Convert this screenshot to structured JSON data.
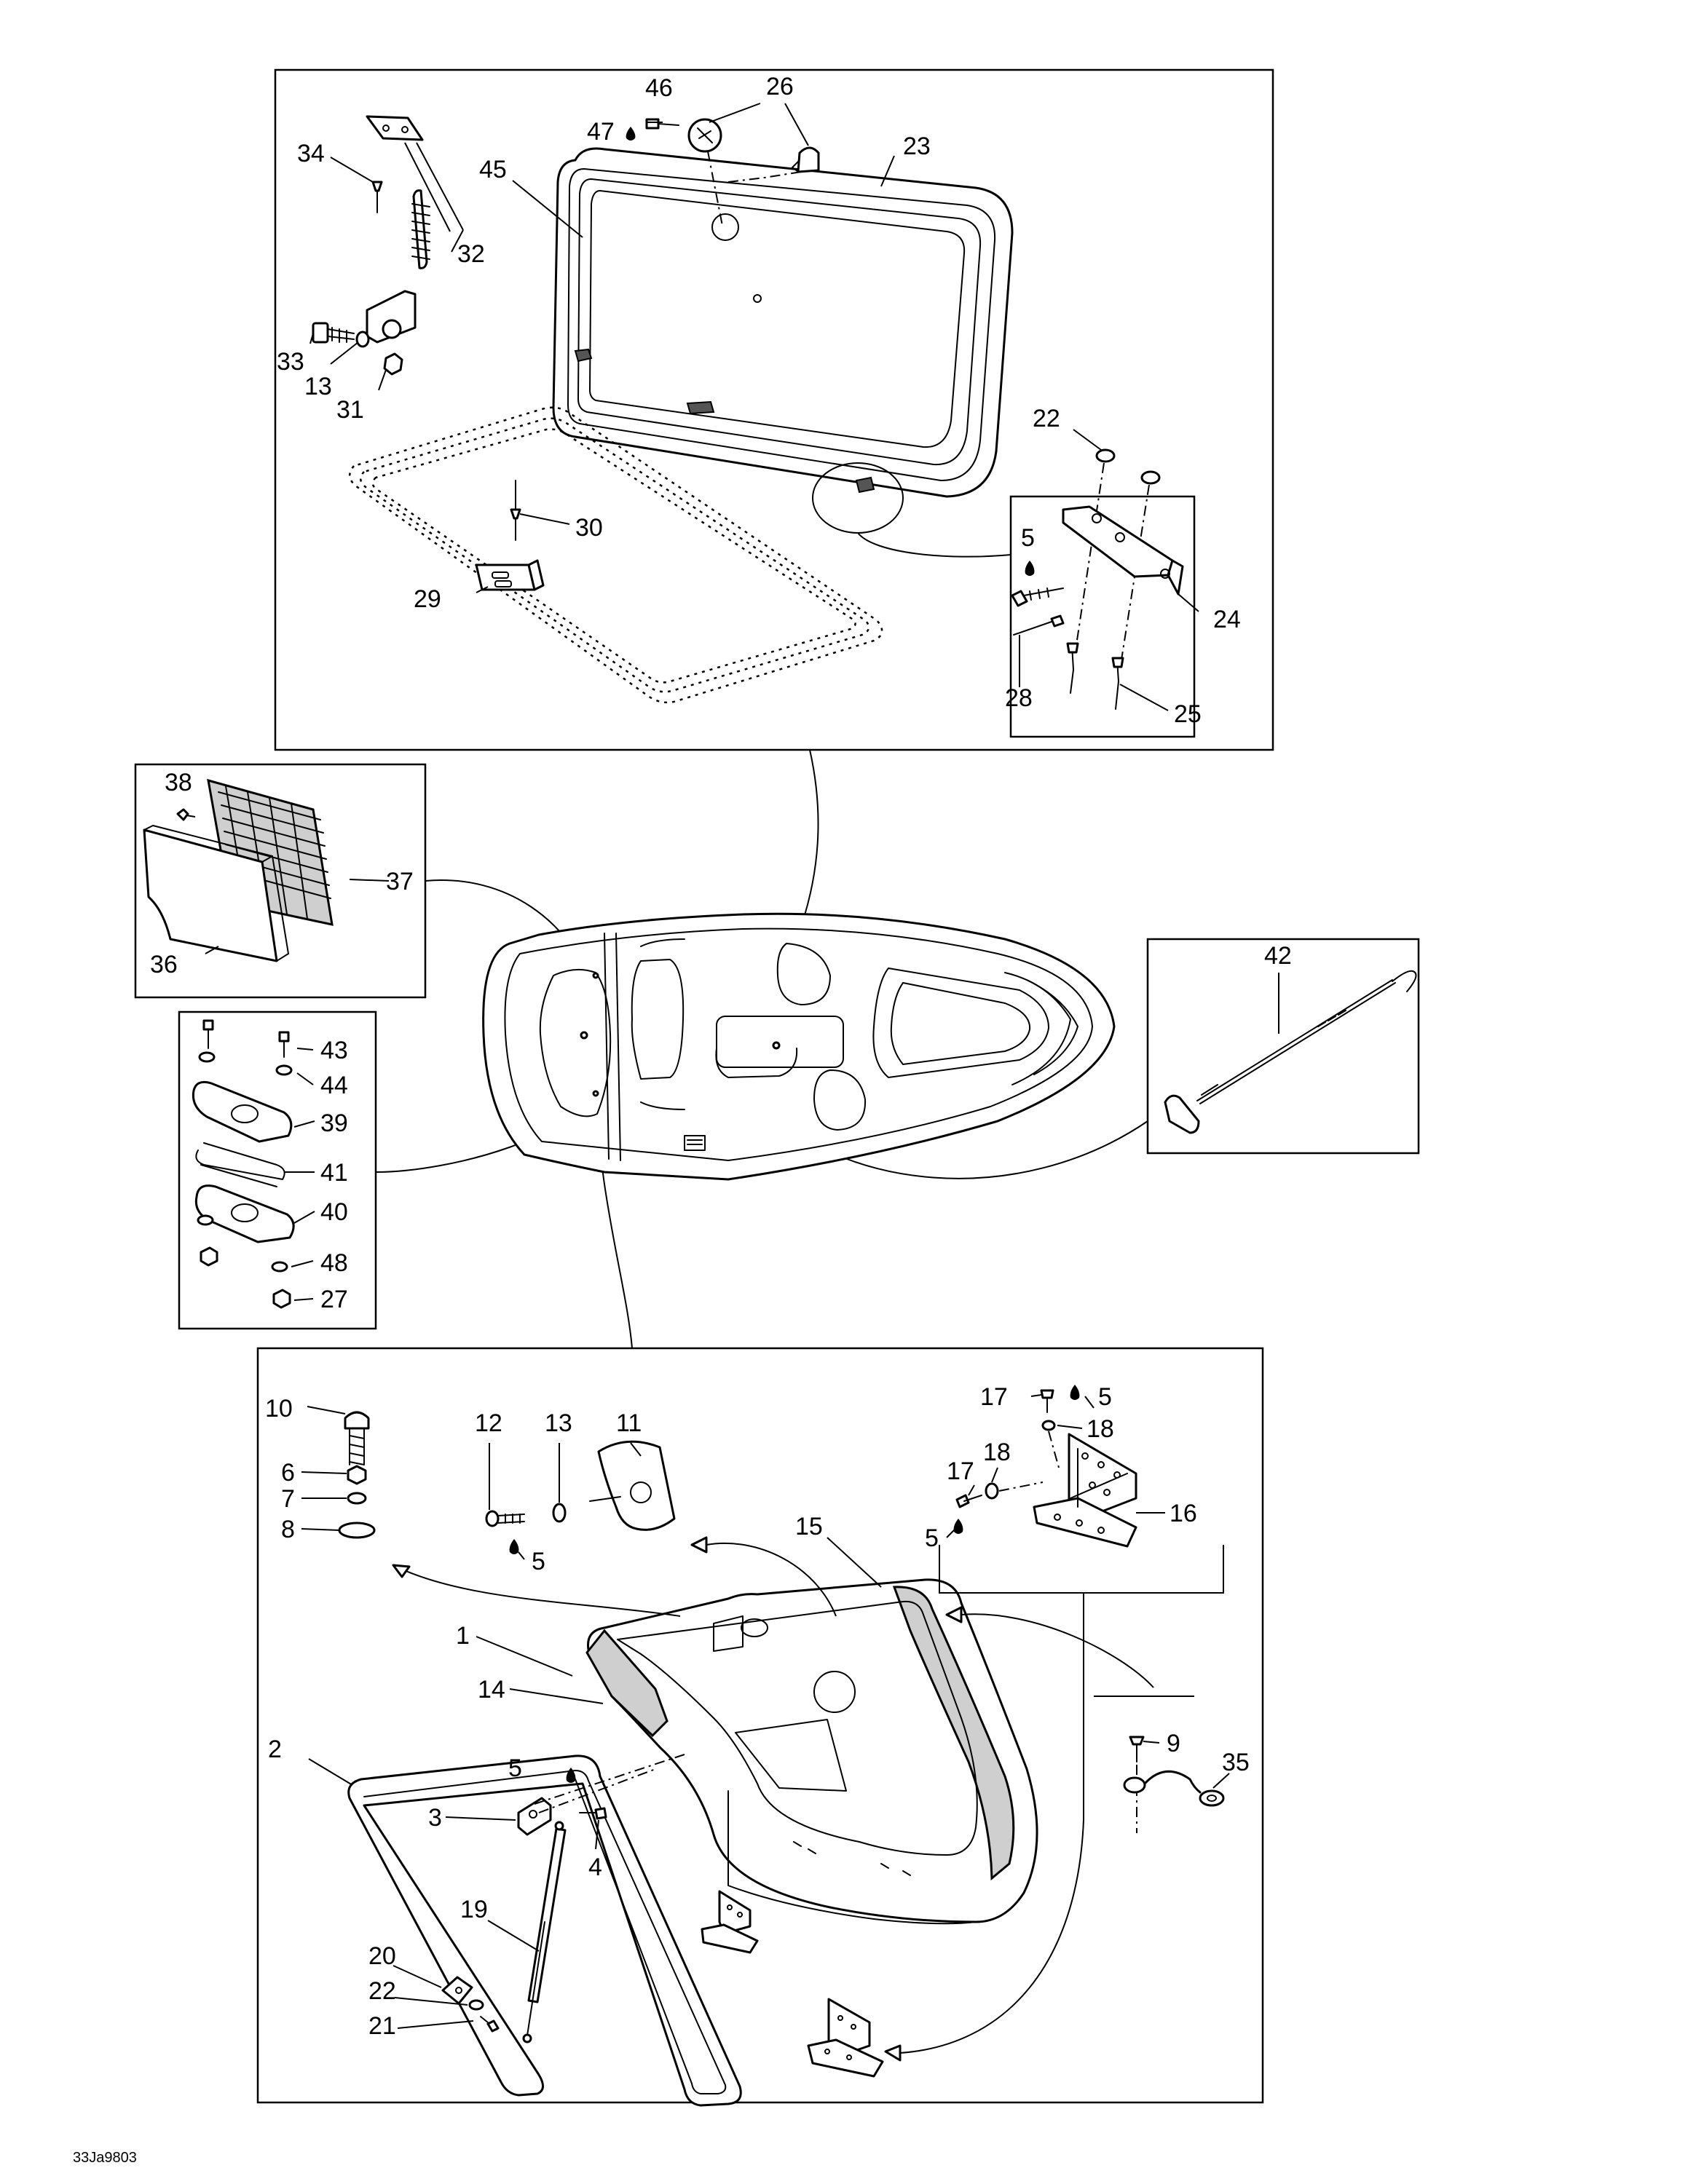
{
  "drawing_ref": "33Ja9803",
  "callouts": {
    "c1": "1",
    "c2": "2",
    "c3": "3",
    "c4": "4",
    "c5a": "5",
    "c5b": "5",
    "c5c": "5",
    "c5d": "5",
    "c5e": "5",
    "c6": "6",
    "c7": "7",
    "c8": "8",
    "c9": "9",
    "c10": "10",
    "c11": "11",
    "c12": "12",
    "c13a": "13",
    "c13b": "13",
    "c14": "14",
    "c15": "15",
    "c16": "16",
    "c17a": "17",
    "c17b": "17",
    "c18a": "18",
    "c18b": "18",
    "c19": "19",
    "c20": "20",
    "c21": "21",
    "c22a": "22",
    "c22b": "22",
    "c23": "23",
    "c24": "24",
    "c25": "25",
    "c26": "26",
    "c27": "27",
    "c28": "28",
    "c29": "29",
    "c30": "30",
    "c31": "31",
    "c32": "32",
    "c33": "33",
    "c34": "34",
    "c35": "35",
    "c36": "36",
    "c37": "37",
    "c38": "38",
    "c39": "39",
    "c40": "40",
    "c41": "41",
    "c42": "42",
    "c43": "43",
    "c44": "44",
    "c45": "45",
    "c46": "46",
    "c47": "47",
    "c48": "48"
  }
}
